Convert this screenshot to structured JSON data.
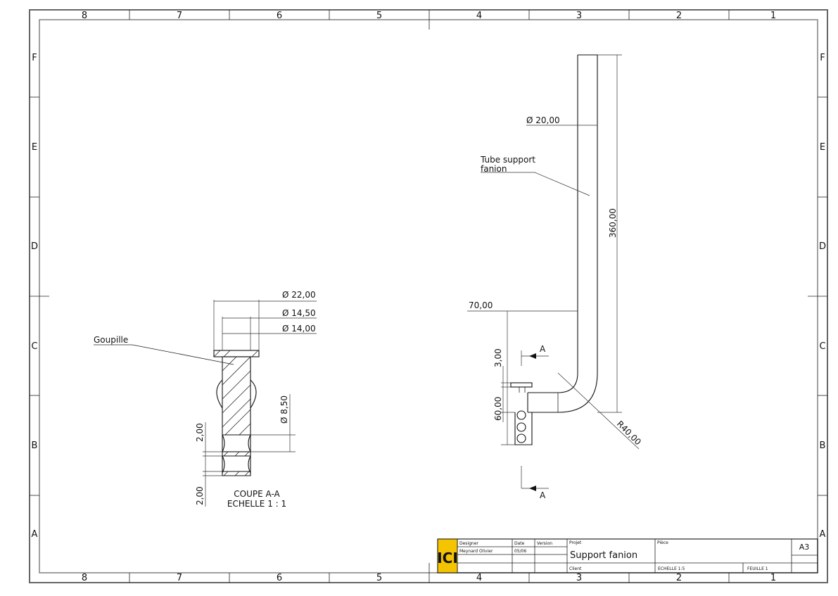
{
  "sheet": {
    "columns": [
      "8",
      "7",
      "6",
      "5",
      "4",
      "3",
      "2",
      "1"
    ],
    "rows": [
      "F",
      "E",
      "D",
      "C",
      "B",
      "A"
    ]
  },
  "section_view": {
    "title": "COUPE A-A",
    "scale": "ECHELLE 1 : 1",
    "part_label": "Goupille",
    "dims": {
      "d1": "Ø 22,00",
      "d2": "Ø 14,50",
      "d3": "Ø 14,00",
      "d4": "Ø 8,50",
      "h1": "2,00",
      "h2": "2,00"
    }
  },
  "main_view": {
    "part_label_1": "Tube support",
    "part_label_2": "fanion",
    "section_marker": "A",
    "dims": {
      "diameter": "Ø 20,00",
      "height": "360,00",
      "offset": "70,00",
      "small_height": "3,00",
      "base_height": "60,00",
      "radius": "R40,00"
    }
  },
  "title_block": {
    "designer_label": "Designer",
    "designer": "Meynard Olivier",
    "date_label": "Date",
    "date": "05/06",
    "version_label": "Version",
    "project_label": "Projet",
    "project": "Support fanion",
    "piece_label": "Pièce",
    "client_label": "Client",
    "scale": "ECHELLE 1:5",
    "sheet": "FEUILLE 1",
    "format": "A3",
    "logo_text": "ICI",
    "logo_color": "#f4c400"
  }
}
